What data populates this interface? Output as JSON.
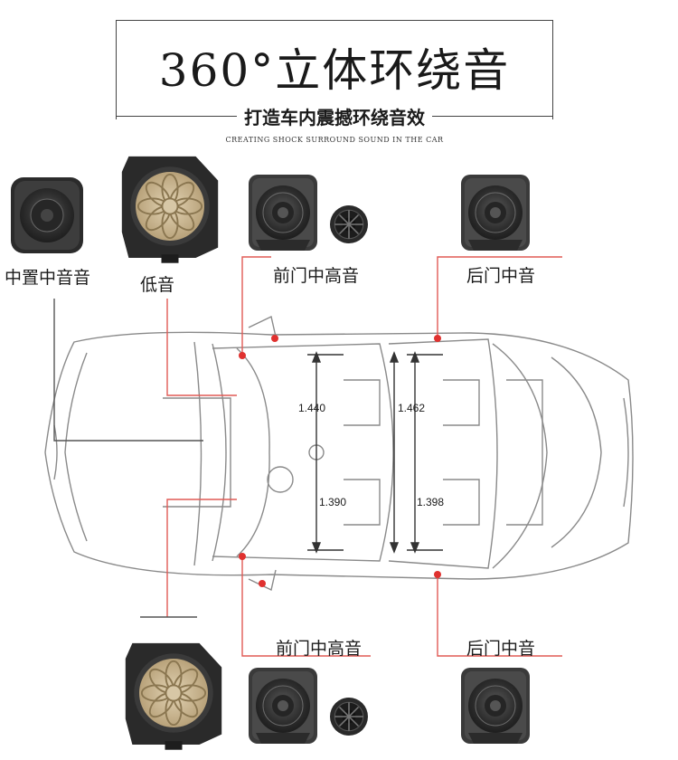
{
  "header": {
    "title": "360°立体环绕音",
    "subtitle": "打造车内震撼环绕音效",
    "caption": "CREATING SHOCK SURROUND SOUND IN THE CAR"
  },
  "labels": {
    "center_mid": "中置中音音",
    "bass": "低音",
    "front_door_top": "前门中高音",
    "rear_door_top": "后门中音",
    "front_door_bottom": "前门中高音",
    "rear_door_bottom": "后门中音"
  },
  "dimensions": {
    "front_upper": "1.440",
    "rear_upper": "1.462",
    "front_lower": "1.390",
    "rear_lower": "1.398"
  },
  "colors": {
    "marker": "#e0312f",
    "leader_red": "#e05a55",
    "leader_dark": "#555555",
    "bass_cone": "#c8b493"
  },
  "icons": [
    "speaker-icon",
    "subwoofer-icon",
    "tweeter-icon",
    "car-outline-icon"
  ]
}
